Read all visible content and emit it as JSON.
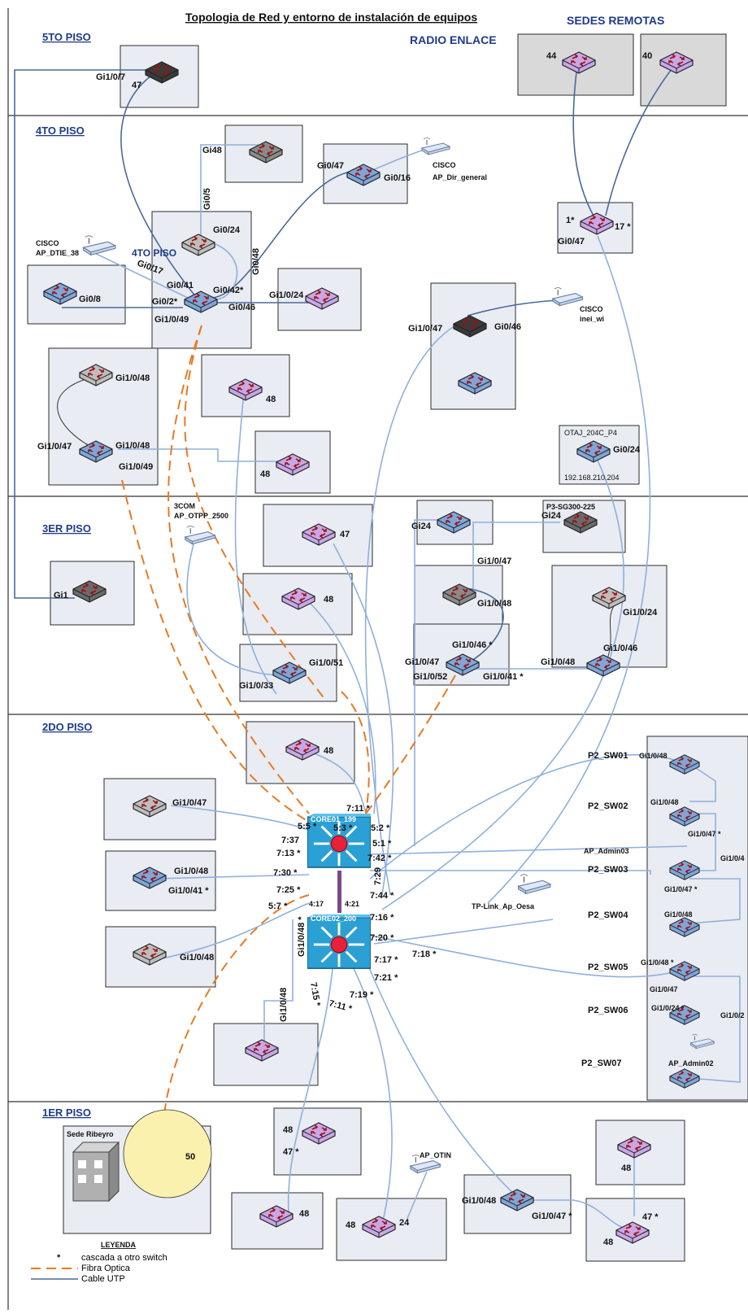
{
  "title": "Topologia de Red y entorno de instalación de equipos",
  "headers": {
    "sedes_remotas": "SEDES REMOTAS",
    "radio_enlace": "RADIO ENLACE"
  },
  "floors": {
    "p5": "5TO PISO",
    "p4": "4TO PISO",
    "p4_inner": "4TO PISO",
    "p3": "3ER PISO",
    "p2": "2DO PISO",
    "p1": "1ER PISO"
  },
  "labels": {
    "remote_44": "44",
    "remote_40": "40",
    "p5_port": "Gi1/0/7",
    "p5_47": "47",
    "gi48": "Gi48",
    "gi0_5": "Gi0/5",
    "gi0_24": "Gi0/24",
    "gi0_48": "Gi0/48",
    "gi0_47": "Gi0/47",
    "gi0_16": "Gi0/16",
    "cisco1": "CISCO",
    "ap_dir": "AP_Dir_general",
    "cisco2": "CISCO",
    "ap_dtie": "AP_DTIE_38",
    "gi0_17": "Gi0/17",
    "gi0_41": "Gi0/41",
    "gi0_42": "Gi0/42*",
    "gi0_2": "Gi0/2*",
    "gi0_8": "Gi0/8",
    "gi0_46a": "Gi0/46",
    "gi1_0_49a": "Gi1/0/49",
    "gi1_0_24a": "Gi1/0/24",
    "remote_1": "1*",
    "remote_17": "17 *",
    "remote_gi0_47": "Gi0/47",
    "gi1_0_47b": "Gi1/0/47",
    "gi0_46b": "Gi0/46",
    "cisco3": "CISCO",
    "inei": "inei_wi",
    "gi1_0_48c": "Gi1/0/48",
    "gi1_0_47c": "Gi1/0/47",
    "gi1_0_48d": "Gi1/0/48",
    "gi1_0_49c": "Gi1/0/49",
    "n48_p4a": "48",
    "n48_p4b": "48",
    "otaj": "OTAJ_204C_P4",
    "otaj_port": "Gi0/24",
    "otaj_ip": "192.168.210.204",
    "threecom": "3COM",
    "ap_otpp": "AP_OTPP_2500",
    "n47_p3": "47",
    "gi24_p3": "Gi24",
    "p3sg": "P3-SG300-225",
    "gi24b_p3": "Gi24",
    "gi1_p3": "Gi1",
    "n48_p3": "48",
    "gi1_0_47_p3": "Gi1/0/47",
    "gi1_0_48_p3": "Gi1/0/48",
    "gi1_0_24_p3": "Gi1/0/24",
    "gi1_0_46_p3": "Gi1/0/46 *",
    "gi1_0_46b_p3": "Gi1/0/46",
    "gi1_0_51": "Gi1/0/51",
    "gi1_0_33": "Gi1/0/33",
    "gi1_0_47b_p3": "Gi1/0/47",
    "gi1_0_52": "Gi1/0/52",
    "gi1_0_41_p3": "Gi1/0/41 *",
    "gi1_0_48b_p3": "Gi1/0/48",
    "n48_p2": "48",
    "p2_gi1_0_47": "Gi1/0/47",
    "p2_gi1_0_48": "Gi1/0/48",
    "p2_gi1_0_41": "Gi1/0/41 *",
    "p2_gi1_0_48b": "Gi1/0/48",
    "core1": "CORE01_199",
    "core2": "CORE02_200",
    "c_711": "7:11 *",
    "c_55": "5:5 *",
    "c_53": "5:3 *",
    "c_52": "5:2 *",
    "c_737": "7:37",
    "c_51": "5:1 *",
    "c_713": "7:13 *",
    "c_742": "7:42 *",
    "c_730": "7:30 *",
    "c_729": "7:29",
    "c_725": "7:25 *",
    "c_744": "7:44 *",
    "c_57": "5:7 *",
    "c_417": "4:17",
    "c_421": "4:21",
    "c_716": "7:16 *",
    "c_720": "7:20 *",
    "c_717": "7:17 *",
    "c_718": "7:18 *",
    "c_721": "7:21 *",
    "c_719": "7:19 *",
    "c_715": "7:15 *",
    "c_711b": "7:11 *",
    "c_gi48": "Gi1/0/48 *",
    "c_gi48b": "Gi1/0/48",
    "ap_admin03": "AP_Admin03",
    "tplink": "TP-Link_Ap_Oesa",
    "sw01": "P2_SW01",
    "sw02": "P2_SW02",
    "sw03": "P2_SW03",
    "sw04": "P2_SW04",
    "sw05": "P2_SW05",
    "sw06": "P2_SW06",
    "sw07": "P2_SW07",
    "sw01_p": "Gi1/0/48",
    "sw02_p": "Gi1/0/48",
    "sw02_p2": "Gi1/0/47 *",
    "sw03_p": "Gi1/0/4",
    "sw03_p2": "Gi1/0/47 *",
    "sw04_p": "Gi1/0/48",
    "sw05_p": "Gi1/0/48 *",
    "sw05_p2": "Gi1/0/47",
    "sw06_p": "Gi1/0/24 *",
    "sw06_p2": "Gi1/0/2",
    "ap_admin02": "AP_Admin02",
    "sede": "Sede Ribeyro",
    "n50": "50",
    "p1_48a": "48",
    "p1_47": "47 *",
    "p1_48b": "48",
    "ap_otin": "AP_OTIN",
    "p1_48c": "48",
    "p1_24": "24",
    "p1_gi48": "Gi1/0/48",
    "p1_gi47": "Gi1/0/47 *",
    "p1_48d": "48",
    "p1_47b": "47 *",
    "p1_48e": "48"
  },
  "legend": {
    "title": "LEYENDA",
    "star": "*",
    "star_text": "cascada a otro switch",
    "fiber": "Fibra Optica",
    "utp": "Cable UTP"
  },
  "colors": {
    "fiber": "#e87a22",
    "utp": "#8fb0dc",
    "floor_text": "#1f3c88",
    "core": "#2aa0d4",
    "sw_purple": "#c9a6e6",
    "sw_blue": "#7fa6d8",
    "sw_grey": "#bdbdbd",
    "sw_dark": "#3a3a3a"
  }
}
